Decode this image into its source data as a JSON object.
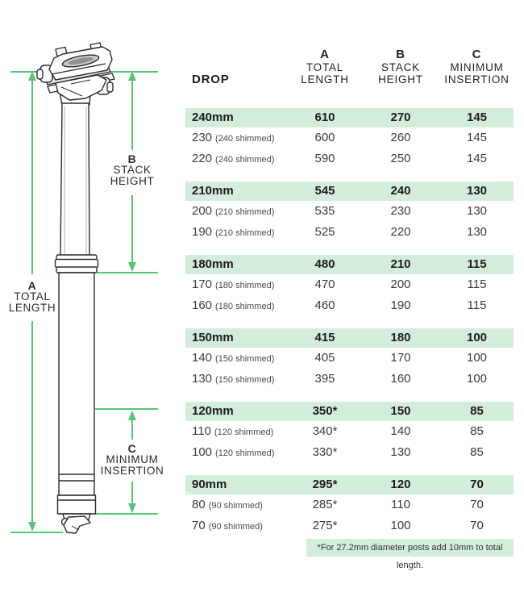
{
  "diagram": {
    "labels": {
      "a": [
        "A",
        "TOTAL",
        "LENGTH"
      ],
      "b": [
        "B",
        "STACK",
        "HEIGHT"
      ],
      "c": [
        "C",
        "MINIMUM",
        "INSERTION"
      ]
    },
    "colors": {
      "dimension_green": "#55c677",
      "line_art": "#2b2b2b"
    }
  },
  "table": {
    "columns": {
      "drop": "DROP",
      "a": [
        "A",
        "TOTAL",
        "LENGTH"
      ],
      "b": [
        "B",
        "STACK",
        "HEIGHT"
      ],
      "c": [
        "C",
        "MINIMUM",
        "INSERTION"
      ]
    },
    "highlight": "#d4ecdb",
    "groups": [
      {
        "band": {
          "drop": "240mm",
          "a": "610",
          "b": "270",
          "c": "145"
        },
        "rows": [
          {
            "drop": "230",
            "note": "(240 shimmed)",
            "a": "600",
            "b": "260",
            "c": "145"
          },
          {
            "drop": "220",
            "note": "(240 shimmed)",
            "a": "590",
            "b": "250",
            "c": "145"
          }
        ]
      },
      {
        "band": {
          "drop": "210mm",
          "a": "545",
          "b": "240",
          "c": "130"
        },
        "rows": [
          {
            "drop": "200",
            "note": "(210 shimmed)",
            "a": "535",
            "b": "230",
            "c": "130"
          },
          {
            "drop": "190",
            "note": "(210 shimmed)",
            "a": "525",
            "b": "220",
            "c": "130"
          }
        ]
      },
      {
        "band": {
          "drop": "180mm",
          "a": "480",
          "b": "210",
          "c": "115"
        },
        "rows": [
          {
            "drop": "170",
            "note": "(180 shimmed)",
            "a": "470",
            "b": "200",
            "c": "115"
          },
          {
            "drop": "160",
            "note": "(180 shimmed)",
            "a": "460",
            "b": "190",
            "c": "115"
          }
        ]
      },
      {
        "band": {
          "drop": "150mm",
          "a": "415",
          "b": "180",
          "c": "100"
        },
        "rows": [
          {
            "drop": "140",
            "note": "(150 shimmed)",
            "a": "405",
            "b": "170",
            "c": "100"
          },
          {
            "drop": "130",
            "note": "(150 shimmed)",
            "a": "395",
            "b": "160",
            "c": "100"
          }
        ]
      },
      {
        "band": {
          "drop": "120mm",
          "a": "350*",
          "b": "150",
          "c": "85"
        },
        "rows": [
          {
            "drop": "110",
            "note": "(120 shimmed)",
            "a": "340*",
            "b": "140",
            "c": "85"
          },
          {
            "drop": "100",
            "note": "(120 shimmed)",
            "a": "330*",
            "b": "130",
            "c": "85"
          }
        ]
      },
      {
        "band": {
          "drop": "90mm",
          "a": "295*",
          "b": "120",
          "c": "70"
        },
        "rows": [
          {
            "drop": "80",
            "note": "(90 shimmed)",
            "a": "285*",
            "b": "110",
            "c": "70"
          },
          {
            "drop": "70",
            "note": "(90 shimmed)",
            "a": "275*",
            "b": "100",
            "c": "70"
          }
        ]
      }
    ],
    "footnote": "*For 27.2mm diameter posts add 10mm to total length."
  }
}
